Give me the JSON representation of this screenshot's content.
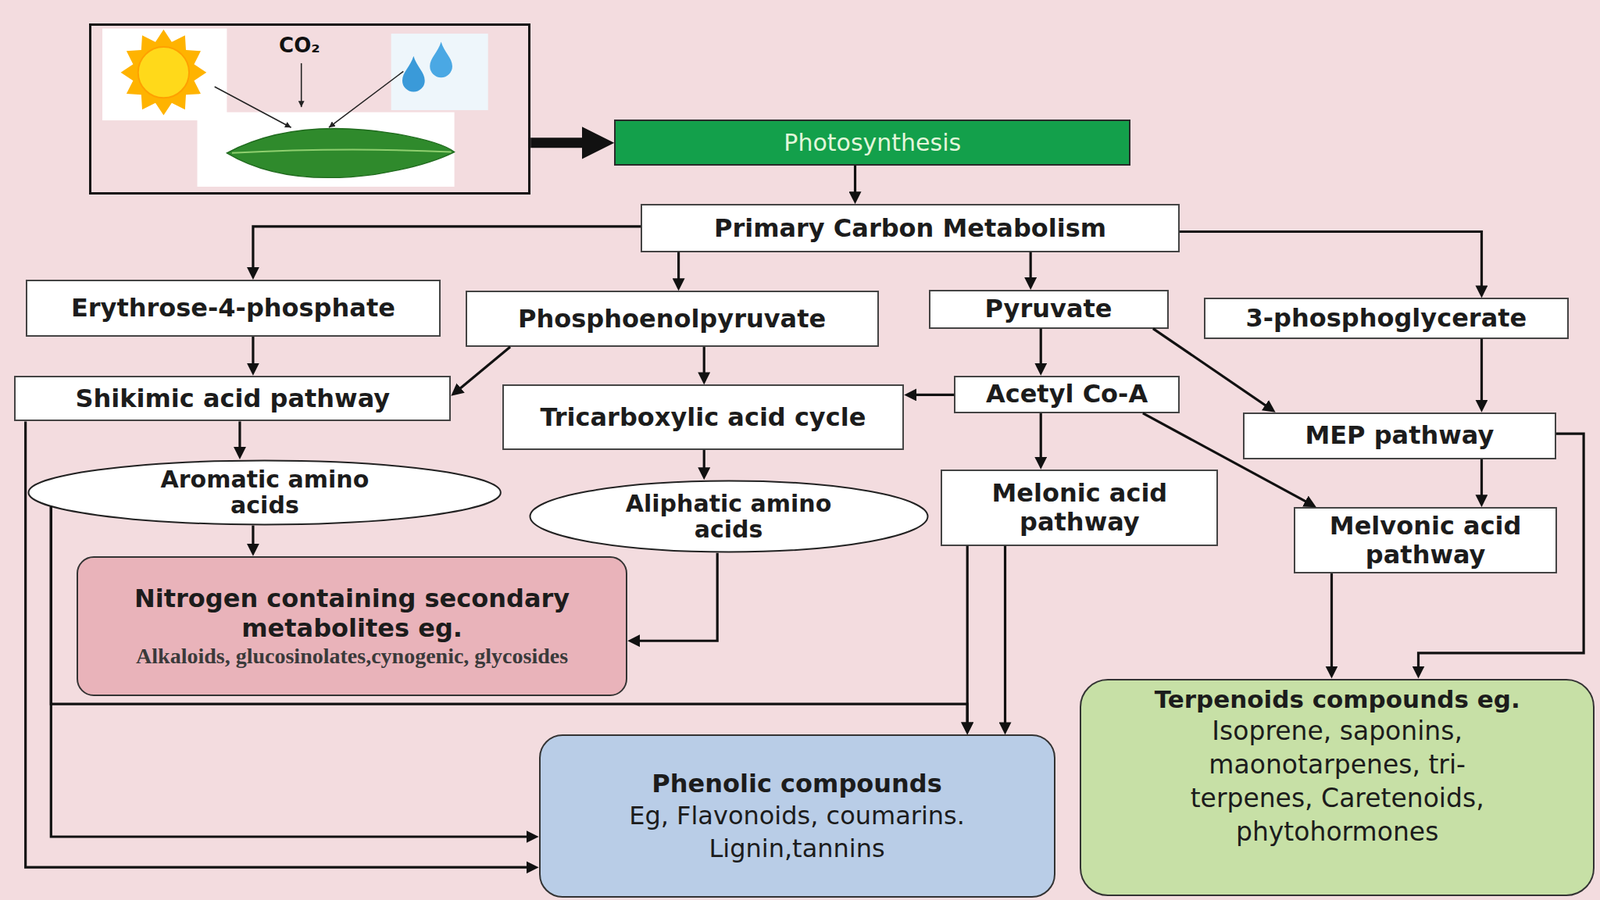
{
  "diagram": {
    "nodes": [
      {
        "text": [
          "CO₂"
        ]
      },
      {
        "text": [
          "Photosynthesis"
        ]
      },
      {
        "text": [
          "Primary Carbon Metabolism"
        ]
      },
      {
        "text": [
          "Erythrose-4-phosphate"
        ]
      },
      {
        "text": [
          "Phosphoenolpyruvate"
        ]
      },
      {
        "text": [
          "Pyruvate"
        ]
      },
      {
        "text": [
          "3-phosphoglycerate"
        ]
      },
      {
        "text": [
          "Shikimic acid pathway"
        ]
      },
      {
        "text": [
          "Tricarboxylic acid cycle"
        ]
      },
      {
        "text": [
          "Acetyl Co-A"
        ]
      },
      {
        "text": [
          "MEP pathway"
        ]
      },
      {
        "text": [
          "Aromatic amino acids"
        ]
      },
      {
        "text": [
          "Aliphatic amino acids"
        ]
      },
      {
        "text": [
          "Melonic acid pathway"
        ]
      },
      {
        "text": [
          "Melvonic acid pathway"
        ]
      },
      {
        "text": [
          "Nitrogen containing secondary metabolites eg.",
          "Alkaloids, glucosinolates,cynogenic, glycosides"
        ]
      },
      {
        "text": [
          "Terpenoids compounds eg.",
          "Isoprene, saponins, maonotarpenes, tri- terpenes, Caretenoids, phytohormones"
        ]
      },
      {
        "text": [
          "Phenolic compounds",
          "Eg, Flavonoids, coumarins. Lignin,tannins"
        ]
      }
    ],
    "edges": [
      {
        "from": 0,
        "to": 1,
        "arrow": "to"
      },
      {
        "from": 1,
        "to": 2,
        "arrow": "to"
      },
      {
        "from": 2,
        "to": 3,
        "arrow": "to"
      },
      {
        "from": 2,
        "to": 4,
        "arrow": "to"
      },
      {
        "from": 2,
        "to": 5,
        "arrow": "to"
      },
      {
        "from": 2,
        "to": 6,
        "arrow": "to"
      },
      {
        "from": 3,
        "to": 7,
        "arrow": "to"
      },
      {
        "from": 4,
        "to": 7,
        "arrow": "to"
      },
      {
        "from": 4,
        "to": 8,
        "arrow": "to"
      },
      {
        "from": 5,
        "to": 9,
        "arrow": "to"
      },
      {
        "from": 5,
        "to": 10,
        "arrow": "to"
      },
      {
        "from": 6,
        "to": 10,
        "arrow": "to"
      },
      {
        "from": 9,
        "to": 8,
        "arrow": "to"
      },
      {
        "from": 9,
        "to": 13,
        "arrow": "to"
      },
      {
        "from": 9,
        "to": 14,
        "arrow": "to"
      },
      {
        "from": 10,
        "to": 14,
        "arrow": "to"
      },
      {
        "from": 10,
        "to": 16,
        "arrow": "to"
      },
      {
        "from": 14,
        "to": 16,
        "arrow": "to"
      },
      {
        "from": 7,
        "to": 11,
        "arrow": "to"
      },
      {
        "from": 11,
        "to": 15,
        "arrow": "to"
      },
      {
        "from": 8,
        "to": 12,
        "arrow": "to"
      },
      {
        "from": 12,
        "to": 15,
        "arrow": "to"
      },
      {
        "from": 13,
        "to": 17,
        "arrow": "to"
      },
      {
        "from": 13,
        "to": 17,
        "arrow": "to"
      },
      {
        "from": 11,
        "to": 17,
        "arrow": "to"
      },
      {
        "from": 11,
        "to": 17,
        "arrow": "to"
      },
      {
        "from": 7,
        "to": 17,
        "arrow": "to"
      }
    ]
  }
}
